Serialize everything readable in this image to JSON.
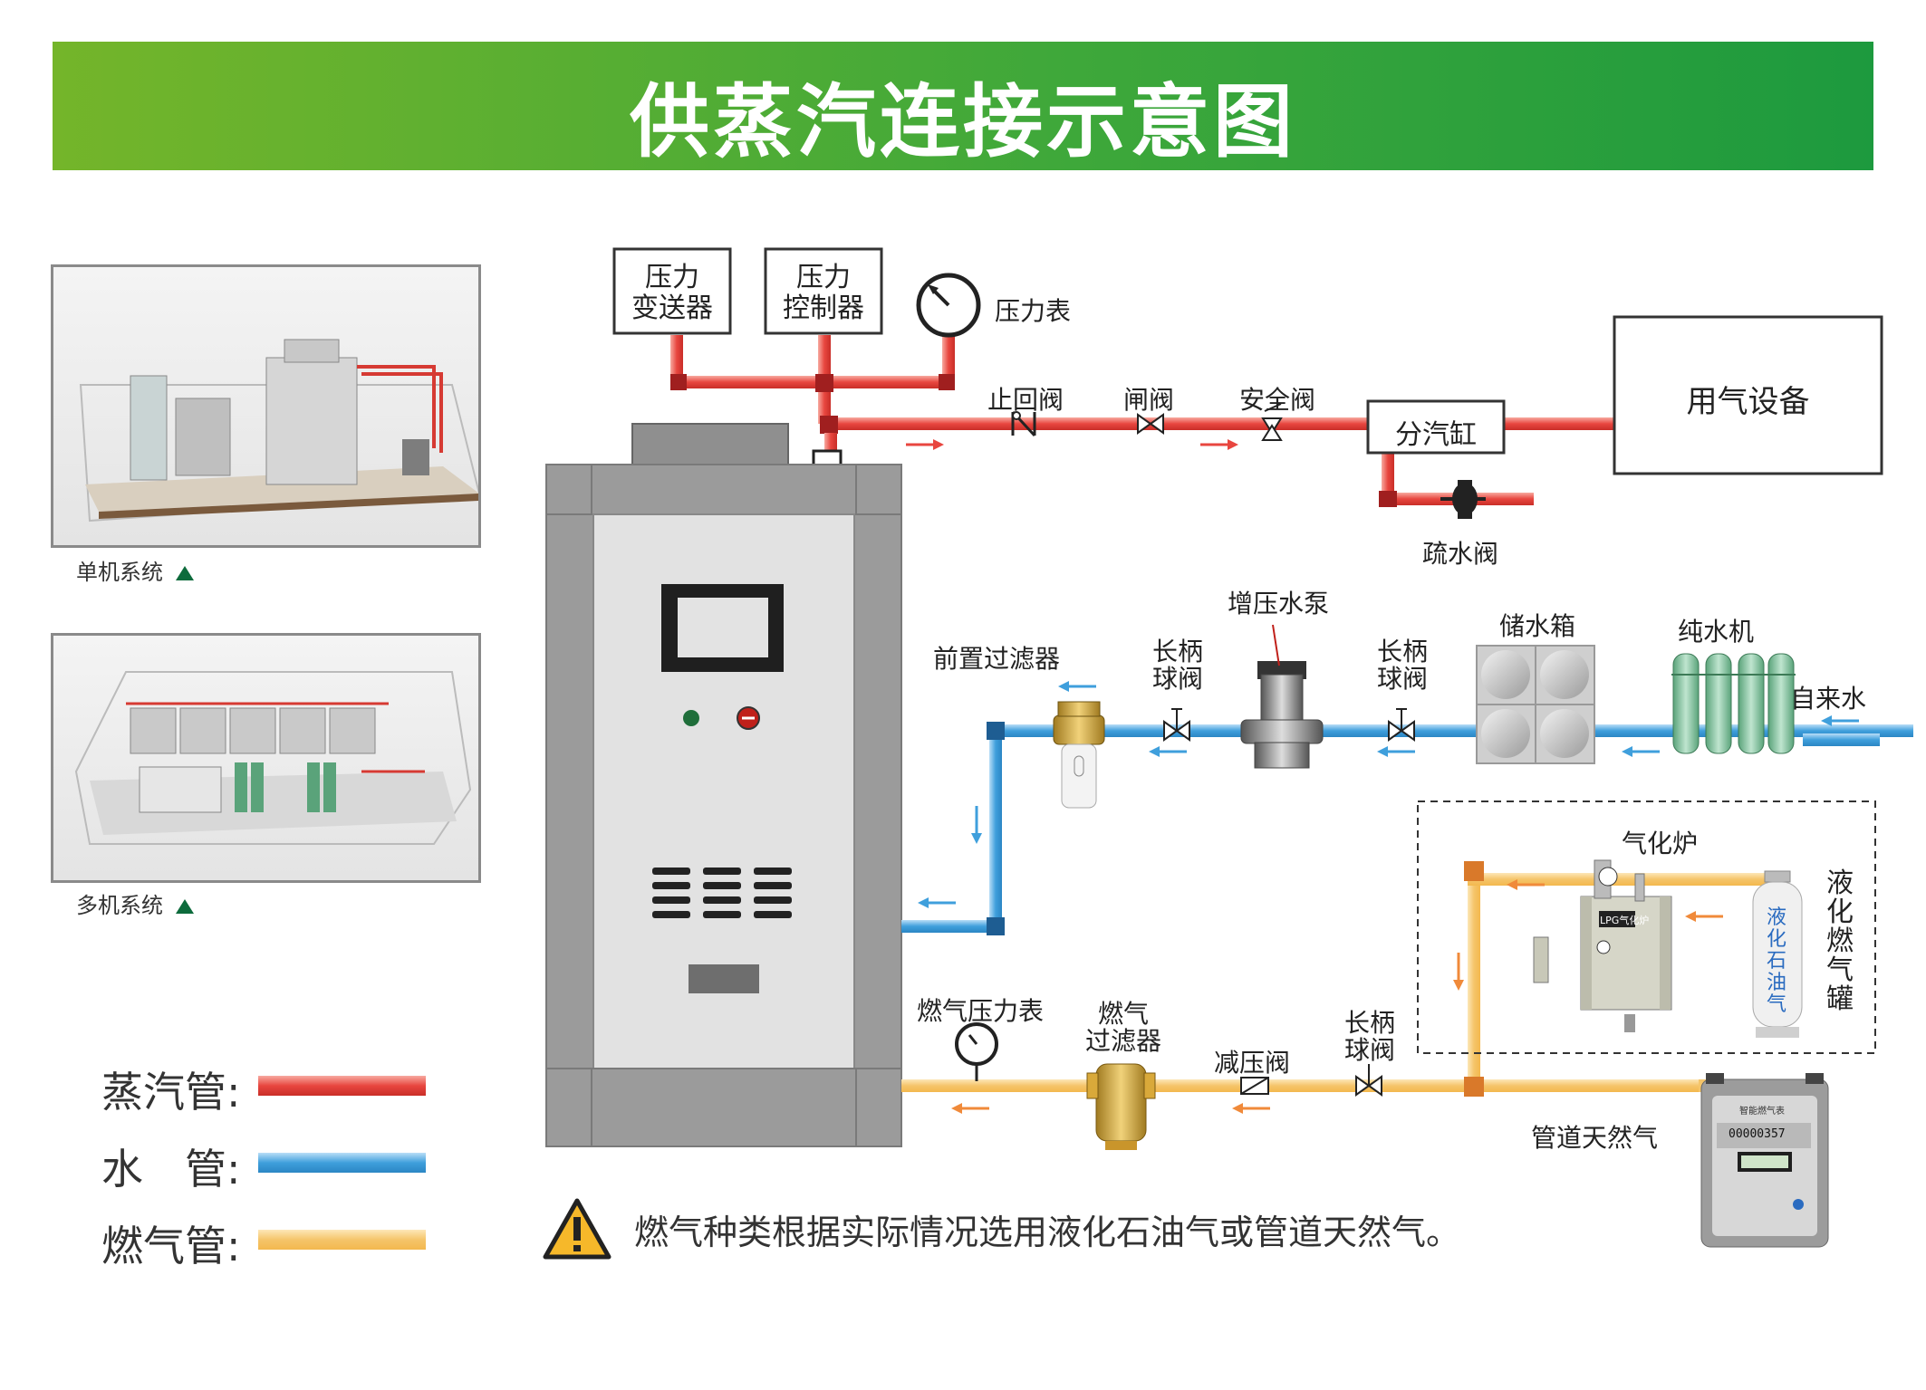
{
  "title": "供蒸汽连接示意图",
  "thumbnails": [
    {
      "caption": "单机系统"
    },
    {
      "caption": "多机系统"
    }
  ],
  "legend": [
    {
      "label": "蒸汽管:",
      "color": "#e8463f"
    },
    {
      "label": "水　管:",
      "color": "#3f9fdc"
    },
    {
      "label": "燃气管:",
      "color": "#f5c56a"
    }
  ],
  "steam": {
    "pressure_transmitter": "压力\n变送器",
    "pressure_controller": "压力\n控制器",
    "pressure_gauge": "压力表",
    "check_valve": "止回阀",
    "gate_valve": "闸阀",
    "safety_valve": "安全阀",
    "manifold": "分汽缸",
    "trap": "疏水阀",
    "equipment": "用气设备"
  },
  "water": {
    "prefilter": "前置过滤器",
    "ball_valve_1": "长柄\n球阀",
    "booster_pump": "增压水泵",
    "ball_valve_2": "长柄\n球阀",
    "storage_tank": "储水箱",
    "purifier": "纯水机",
    "tap_water": "自来水"
  },
  "gas": {
    "gauge": "燃气压力表",
    "filter": "燃气\n过滤器",
    "reducer": "减压阀",
    "ball_valve": "长柄\n球阀",
    "vaporizer": "气化炉",
    "vaporizer_plate": "LPG气化炉",
    "tank_label": "液化燃气罐",
    "tank_text": "液化石油气",
    "natural_gas": "管道天然气",
    "meter_plate": "智能燃气表",
    "meter_reading": "00000357"
  },
  "note": "燃气种类根据实际情况选用液化石油气或管道天然气。",
  "colors": {
    "steam": "#e8463f",
    "water": "#3f9fdc",
    "gas": "#f5c56a",
    "banner_start": "#74b52a",
    "banner_end": "#1d9a3e"
  }
}
